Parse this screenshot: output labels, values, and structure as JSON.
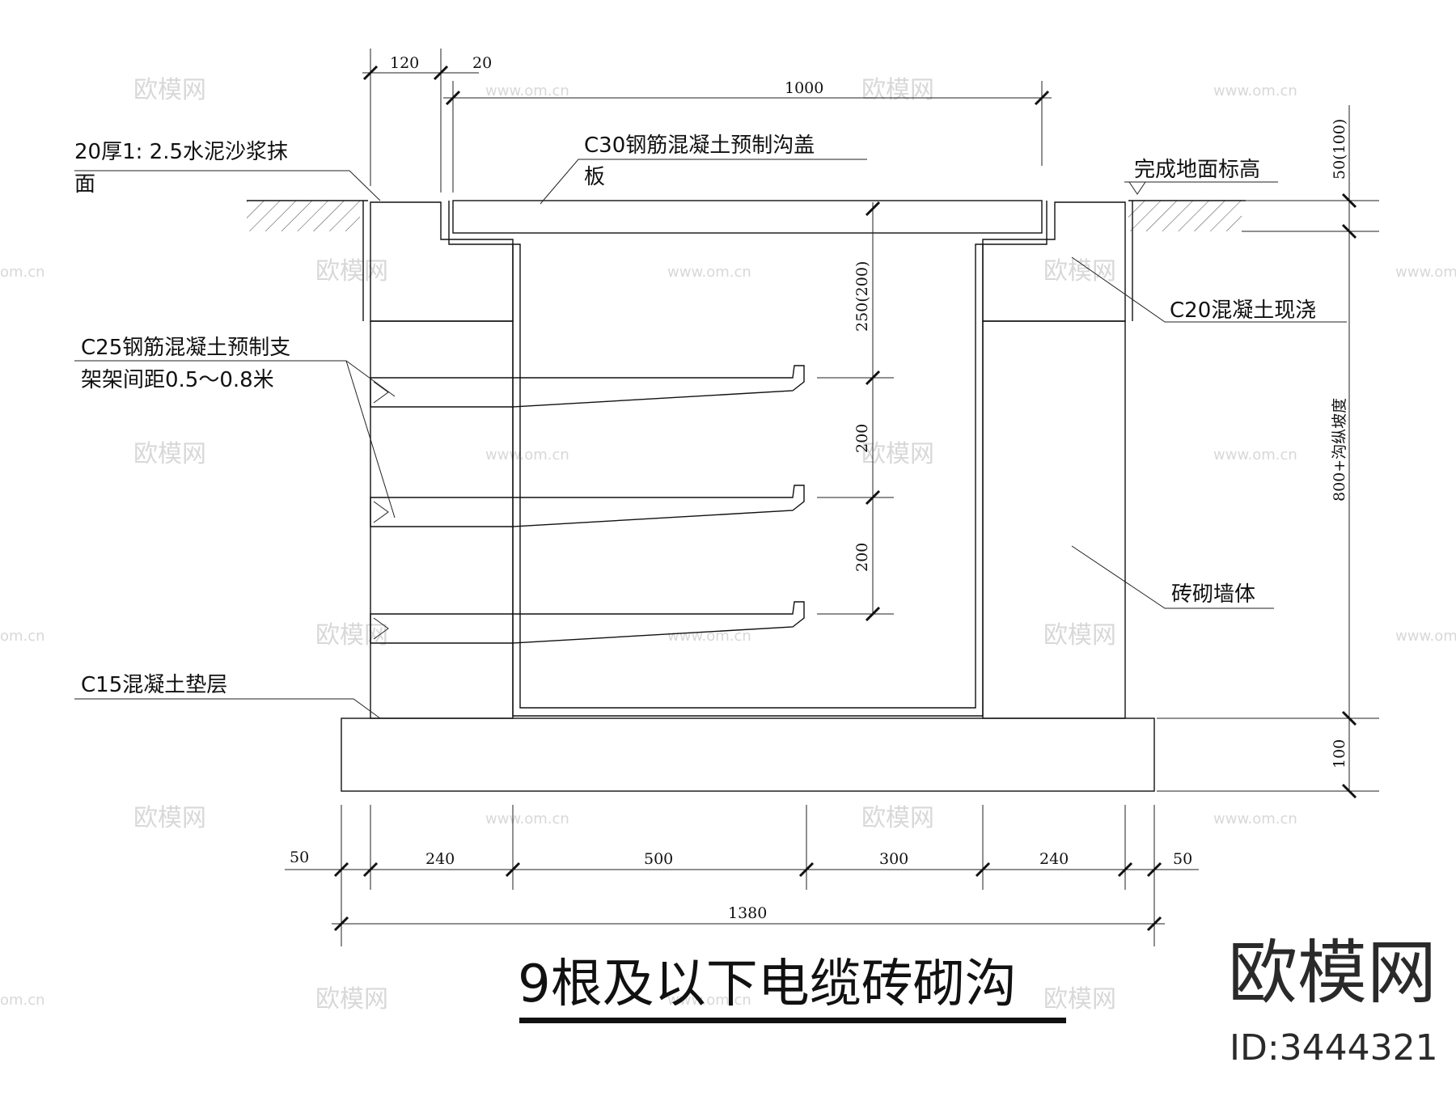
{
  "title": "9根及以下电缆砖砌沟",
  "brand": {
    "logo": "欧模网",
    "id": "ID:3444321"
  },
  "watermark": {
    "logo": "欧模网",
    "url": "www.om.cn",
    "url_short": "om.cn"
  },
  "dimensions": {
    "top_120": "120",
    "top_20": "20",
    "top_1000": "1000",
    "right_50_100": "50(100)",
    "right_800": "800+沟纵坡度",
    "right_100": "100",
    "mid_250_200": "250(200)",
    "mid_200_a": "200",
    "mid_200_b": "200",
    "bottom_50_left": "50",
    "bottom_240_left": "240",
    "bottom_500": "500",
    "bottom_300": "300",
    "bottom_240_right": "240",
    "bottom_50_right": "50",
    "bottom_total": "1380"
  },
  "labels": {
    "plaster_line1": "20厚1: 2.5水泥沙浆抹",
    "plaster_line2": "面",
    "cover_line1": "C30钢筋混凝土预制沟盖",
    "cover_line2": "板",
    "ground": "完成地面标高",
    "c20": "C20混凝土现浇",
    "bracket_line1": "C25钢筋混凝土预制支",
    "bracket_line2": "架架间距0.5～0.8米",
    "brick": "砖砌墙体",
    "c15": "C15混凝土垫层"
  }
}
